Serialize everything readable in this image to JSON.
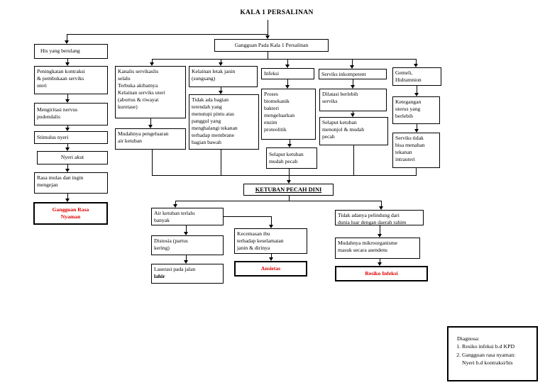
{
  "title": "KALA 1 PERSALINAN",
  "colors": {
    "diagnosis_red": "#dd0000",
    "line_black": "#000000"
  },
  "boxes": {
    "his": "His yang berulang",
    "gangguan_kala": "Gangguan Pada Kala 1 Persalinan",
    "peningkatan": "Peningkatan kontraksi\n& pembukaan serviks\nuteri",
    "mengiritasi": "Mengiritasi nervus\npudendalis",
    "stimulus": "Stimulus nyeri",
    "nyeri_akut": "Nyeri akut",
    "rasa_mulas": "Rasa mulas dan ingin\nmengejan",
    "gangguan_rasa_nyaman": "Gangguan Rasa\nNyaman",
    "kanalis": "Kanalis servikaslis\nselalu\nTerbuka akibatnya\nKelainan serviks uteri\n(abortus & riwayat\nkuretase)",
    "mudahnya_air": "Mudahnya pengeluaran\nair ketuban",
    "kelainan_letak": "Kelainan letak janin\n(sungsang)",
    "tidak_ada_bagian": "Tidak ada bagian\nterendah yang\nmenutupi pintu atas\npanggul yang\nmenghalangi tekanan\nterhadap membrane\nbagian bawah",
    "infeksi": "Infeksi",
    "proses_biomekanik": "Proses\nbiomekanik\nbakteri\nmengeluarkan\nenzim\nproteolitik",
    "selaput_mudah_pecah": "Selaput ketuban\nmudah pecah",
    "serviks_inkompetent": "Serviks inkompetent",
    "dilatasi": "Dilatasi berlebih\nserviks",
    "selaput_menonjol": "Selaput ketuban\nmenonjol & mudah\npecah",
    "gemeli": "Gemeli,\nHidramnion",
    "ketegangan": "Ketegangan\nuterus yang\nberlebih",
    "serviks_tidak": "Serviks tidak\nbisa menahan\ntekanan\nintrauteri",
    "ketuban_pecah_dini": "KETUBAN PECAH DINI",
    "air_ketuban": "Air ketuban terlalu\nbanyak",
    "distosia": "Distosia (partus\nkering)",
    "laserasi": {
      "line1": "Laserasi pada jalan",
      "line2_bold": "lahir"
    },
    "kecemasan": "Kecemasan ibu\nterhadap keselamatan\njanin & dirinya",
    "ansietas": "Ansietas",
    "tidak_adanya_pelindung": "Tidak adanya pelindung dari\ndunia luar dengan daerah rahim",
    "mudahnya_mikro": "Mudahnya mikroorganisme\nmasuk secara asendens",
    "resiko_infeksi": "Resiko Infeksi",
    "diagnosa": {
      "title": "Diagnosa:",
      "items": [
        "Resiko infeksi b.d KPD",
        "Gangguan rasa nyaman:\nNyeri b.d kontraksi/his"
      ]
    }
  }
}
